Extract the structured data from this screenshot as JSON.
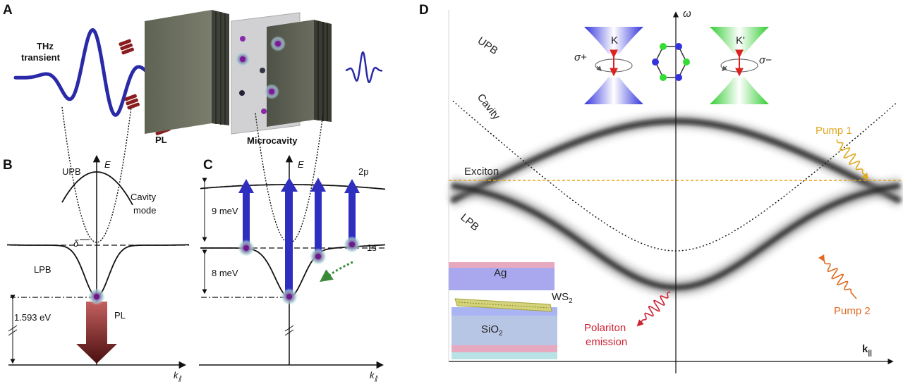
{
  "panels": {
    "a": {
      "label": "A",
      "thz_line1": "THz",
      "thz_line2": "transient",
      "pl": "PL",
      "microcavity": "Microcavity"
    },
    "b": {
      "label": "B",
      "axis_e": "E",
      "axis_k": "k",
      "axis_k_sub": "∥",
      "upb": "UPB",
      "cavity_line1": "Cavity",
      "cavity_line2": "mode",
      "delta": "δ",
      "lpb": "LPB",
      "energy": "1.593 eV",
      "pl": "PL"
    },
    "c": {
      "label": "C",
      "axis_e": "E",
      "axis_k": "k",
      "axis_k_sub": "∥",
      "state_2p": "2p",
      "state_1s": "1s",
      "gap_9": "9 meV",
      "gap_8": "8 meV"
    },
    "d": {
      "label": "D",
      "axis_omega": "ω",
      "axis_k": "k",
      "axis_k_sub": "||",
      "upb": "UPB",
      "lpb": "LPB",
      "cavity": "Cavity",
      "exciton": "Exciton",
      "pump1": "Pump 1",
      "pump2": "Pump 2",
      "valley_k": "K",
      "valley_kp": "K'",
      "sigma_plus": "σ+",
      "sigma_minus": "σ−",
      "layer_ag": "Ag",
      "layer_ws2": "WS",
      "layer_ws2_sub": "2",
      "layer_sio2": "SiO",
      "layer_sio2_sub": "2",
      "emission_line1": "Polariton",
      "emission_line2": "emission"
    }
  },
  "colors": {
    "thz_wave": "#2a2aa8",
    "arrow_blue": "#2f2fbf",
    "pl_arrow": "#5a1414",
    "exciton_line": "#e8a317",
    "pump1": "#e0a820",
    "pump2": "#e06a20",
    "emission": "#cc2233",
    "valley_k": "#3333dd",
    "valley_kp": "#33cc33"
  }
}
